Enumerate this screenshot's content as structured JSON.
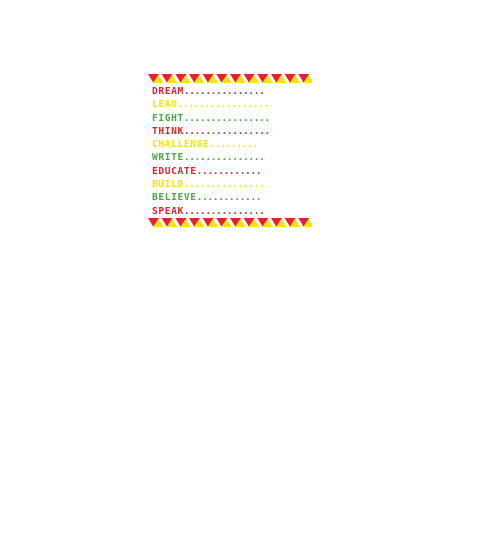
{
  "colors": {
    "red": "#e0232d",
    "yellow": "#f3e21a",
    "green": "#4aa842"
  },
  "words": [
    {
      "text": "DREAM",
      "dots": "...............",
      "color": "red"
    },
    {
      "text": "LEAD",
      "dots": ".................",
      "color": "yellow"
    },
    {
      "text": "FIGHT",
      "dots": "................",
      "color": "green"
    },
    {
      "text": "THINK",
      "dots": "................",
      "color": "red"
    },
    {
      "text": "CHALLENGE",
      "dots": ".........",
      "color": "yellow"
    },
    {
      "text": "WRITE",
      "dots": "...............",
      "color": "green"
    },
    {
      "text": "EDUCATE",
      "dots": "............",
      "color": "red"
    },
    {
      "text": "BUILD",
      "dots": "...............",
      "color": "yellow"
    },
    {
      "text": "BELIEVE",
      "dots": "............",
      "color": "green"
    },
    {
      "text": "SPEAK",
      "dots": "...............",
      "color": "red"
    }
  ],
  "triangle_pattern": [
    "red",
    "yellow",
    "red",
    "yellow",
    "red",
    "yellow",
    "red",
    "yellow",
    "red",
    "yellow",
    "red",
    "yellow",
    "red",
    "yellow",
    "red",
    "yellow",
    "red",
    "yellow",
    "red",
    "yellow",
    "red",
    "yellow",
    "red",
    "yellow"
  ]
}
